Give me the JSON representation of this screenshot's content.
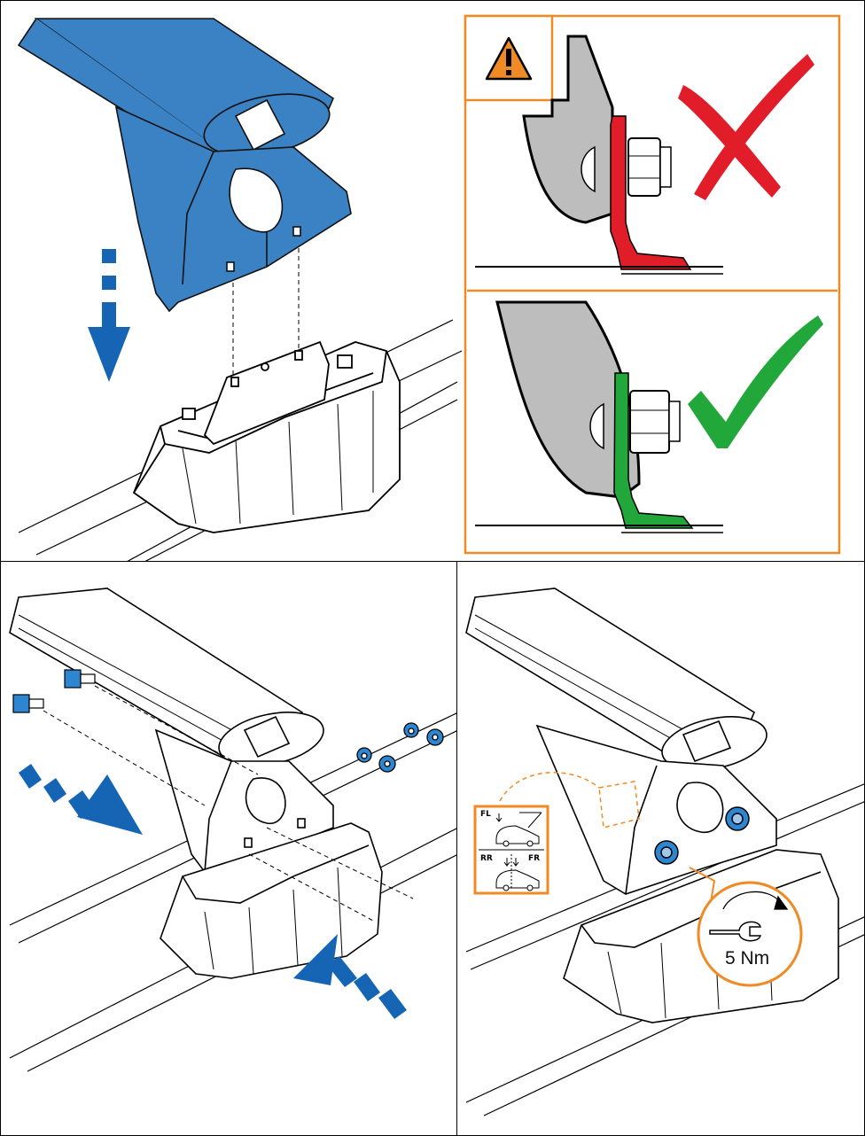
{
  "document": {
    "type": "roof rack mounting instruction page",
    "colors": {
      "part_highlight": "#3b82c4",
      "motion_arrow": "#1565b4",
      "warning_frame": "#f08a24",
      "wrong_mark": "#e11d2a",
      "right_mark": "#22a83a",
      "nut_highlight": "#2f86d0"
    }
  },
  "panel_top_left": {
    "icons": [
      "down-arrow-dashed-icon"
    ]
  },
  "panel_warning": {
    "warning_icon": "warning-triangle-icon",
    "wrong_icon": "red-cross-icon",
    "right_icon": "green-check-icon"
  },
  "panel_bottom_left": {
    "icons": [
      "right-arrow-dashed-icon",
      "left-arrow-dashed-icon"
    ]
  },
  "panel_bottom_right": {
    "position_card": {
      "fl_label": "FL",
      "rr_label": "RR",
      "fr_label": "FR"
    },
    "torque_label": "5 Nm",
    "icons": [
      "wrench-icon",
      "rotation-arrow-icon"
    ]
  }
}
